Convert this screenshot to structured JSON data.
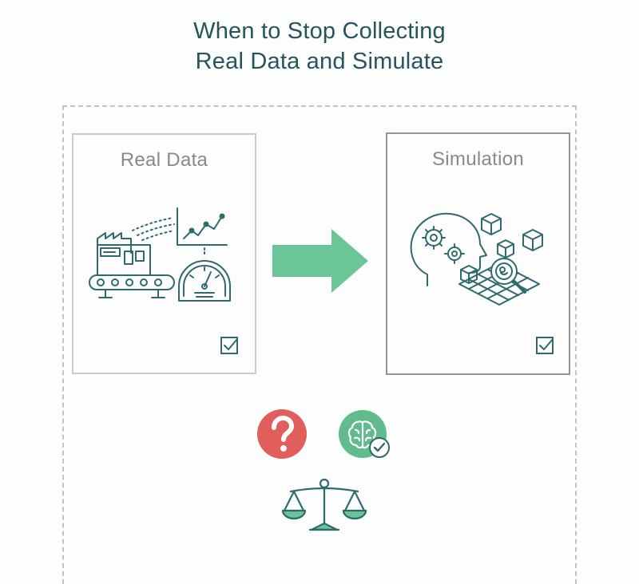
{
  "title": {
    "line1": "When to Stop Collecting",
    "line2": "Real Data and Simulate"
  },
  "panels": {
    "real": {
      "label": "Real Data",
      "icons": [
        "factory-machine-icon",
        "trend-chart-icon",
        "gauge-icon",
        "checkbox-checked-icon"
      ]
    },
    "simulation": {
      "label": "Simulation",
      "icons": [
        "head-gears-icon",
        "cubes-icon",
        "magnifier-icon",
        "checkbox-checked-icon"
      ]
    }
  },
  "connector": {
    "icon": "arrow-right-icon",
    "color": "#6cc596"
  },
  "bottom_icons": [
    {
      "name": "question-icon",
      "color": "#e05e5b"
    },
    {
      "name": "brain-check-icon",
      "color": "#62bb8c"
    },
    {
      "name": "balance-scale-icon",
      "color": "#2f6a6d"
    }
  ],
  "colors": {
    "title": "#27545a",
    "line_art": "#2f6a6d",
    "accent_green": "#6cc596",
    "accent_red": "#e05e5b"
  }
}
